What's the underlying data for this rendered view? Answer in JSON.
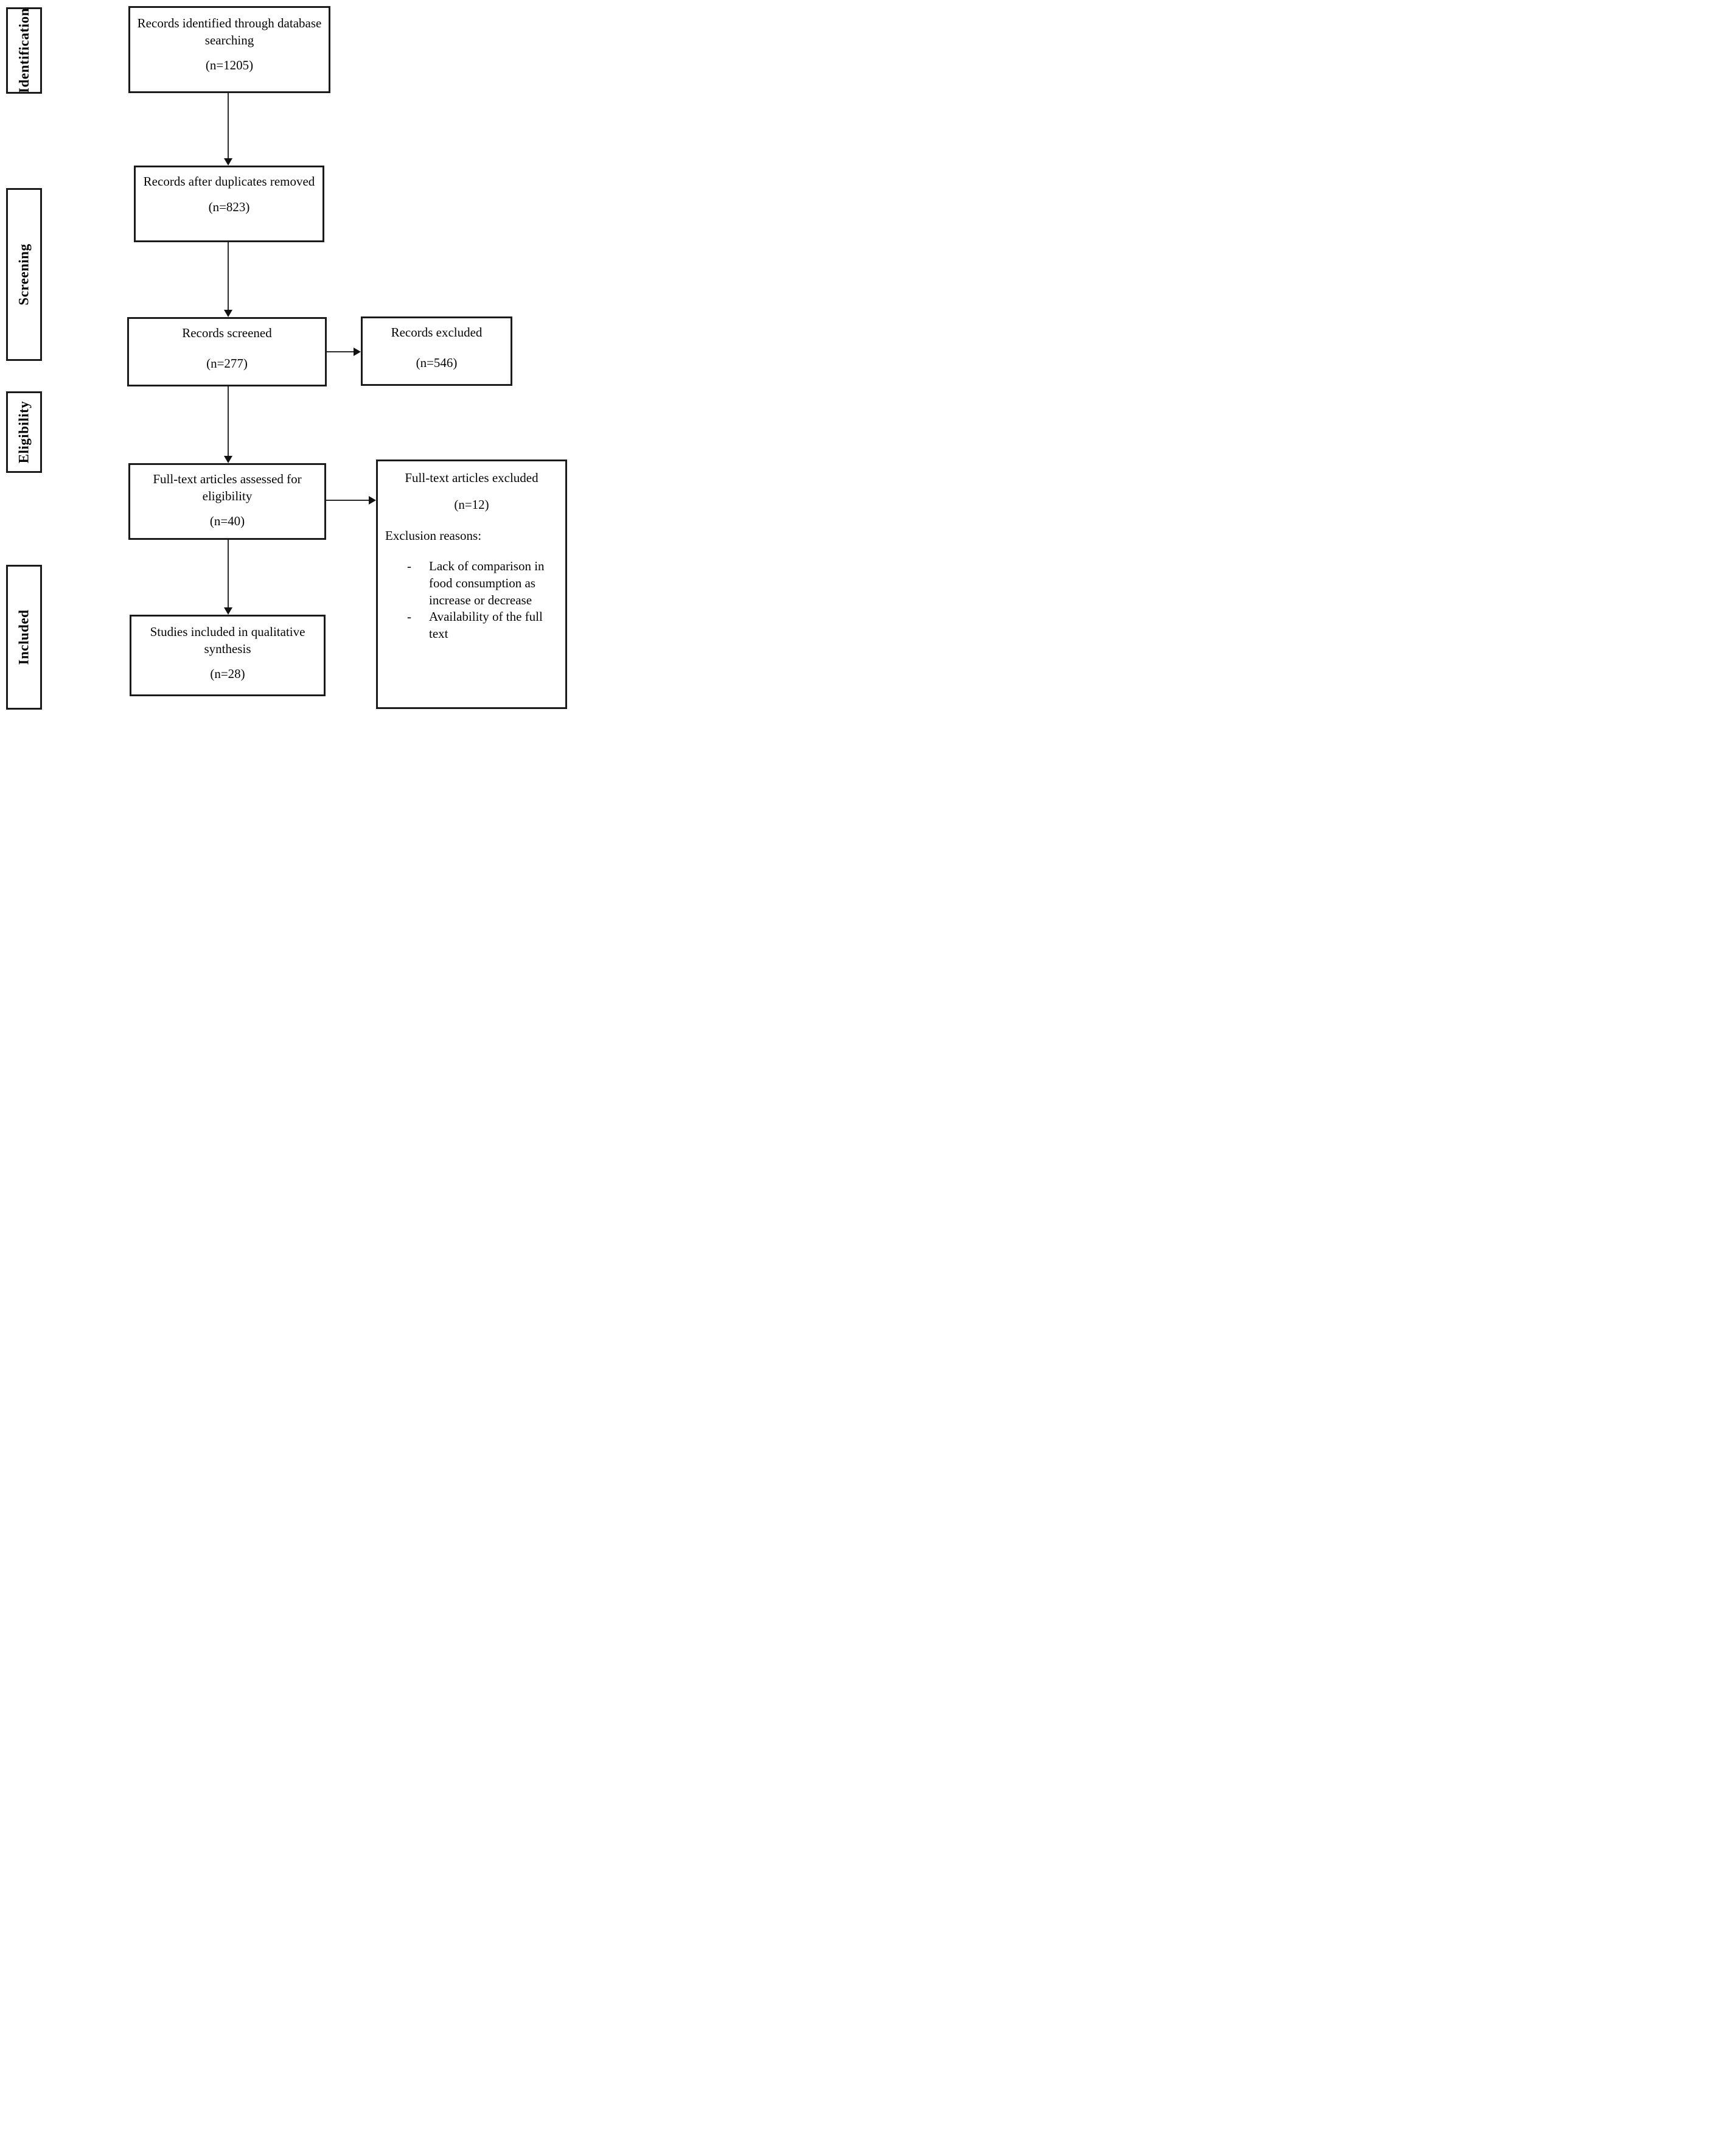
{
  "figure": {
    "type": "prisma-flow-diagram"
  },
  "stages": [
    {
      "label": "Identification"
    },
    {
      "label": "Screening"
    },
    {
      "label": "Eligibility"
    },
    {
      "label": "Included"
    }
  ],
  "flow": {
    "box1": {
      "title": "Records identified through database searching",
      "count": "(n=1205)"
    },
    "box2": {
      "title": "Records after duplicates removed",
      "count": "(n=823)"
    },
    "box3": {
      "title": "Records screened",
      "count": "(n=277)"
    },
    "box4": {
      "title": "Full-text articles assessed for eligibility",
      "count": "(n=40)"
    },
    "box5": {
      "title": "Studies included in qualitative synthesis",
      "count": "(n=28)"
    }
  },
  "side": {
    "excluded1": {
      "title": "Records excluded",
      "count": "(n=546)"
    },
    "excluded2": {
      "title": "Full-text articles excluded",
      "count": "(n=12)",
      "reasons_label": "Exclusion reasons:",
      "bullet": "-",
      "reasons": [
        "Lack of comparison in food consumption as increase or decrease",
        "Availability of the full text"
      ]
    }
  },
  "colors": {
    "border": "#1b1b1b",
    "text": "#050505",
    "background": "#ffffff"
  }
}
